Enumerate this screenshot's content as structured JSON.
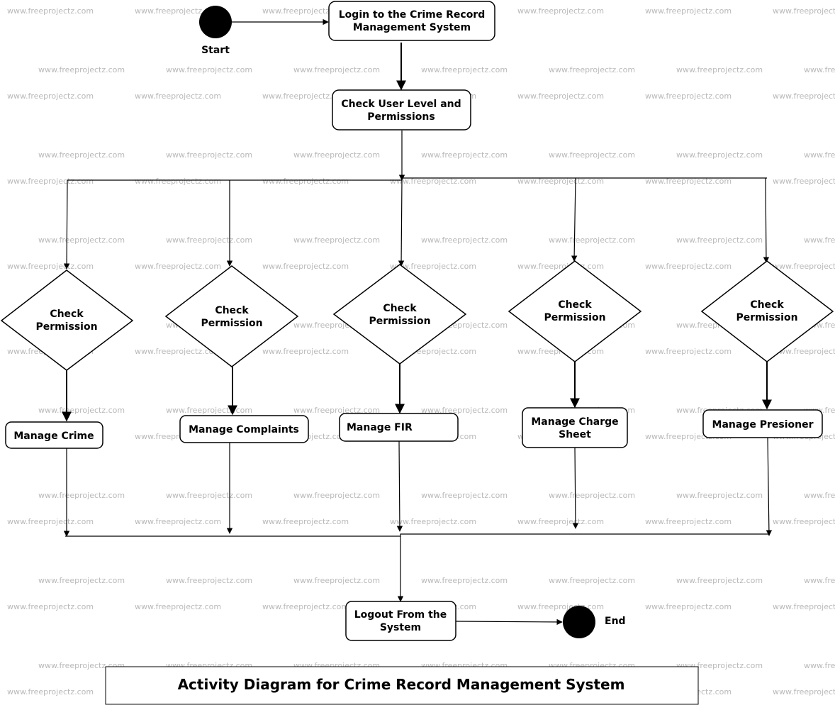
{
  "watermark": "www.freeprojectz.com",
  "start_label": "Start",
  "end_label": "End",
  "login": [
    "Login to the Crime Record",
    "Management System"
  ],
  "check_user": [
    "Check User Level and",
    "Permissions"
  ],
  "decision": [
    "Check",
    "Permission"
  ],
  "actions": {
    "crime": [
      "Manage Crime"
    ],
    "complaints": [
      "Manage Complaints"
    ],
    "fir": [
      "Manage FIR"
    ],
    "charge_sheet": [
      "Manage Charge",
      "Sheet"
    ],
    "presioner": [
      "Manage Presioner"
    ]
  },
  "logout": [
    "Logout From the",
    "System"
  ],
  "title": "Activity Diagram for Crime Record Management System"
}
